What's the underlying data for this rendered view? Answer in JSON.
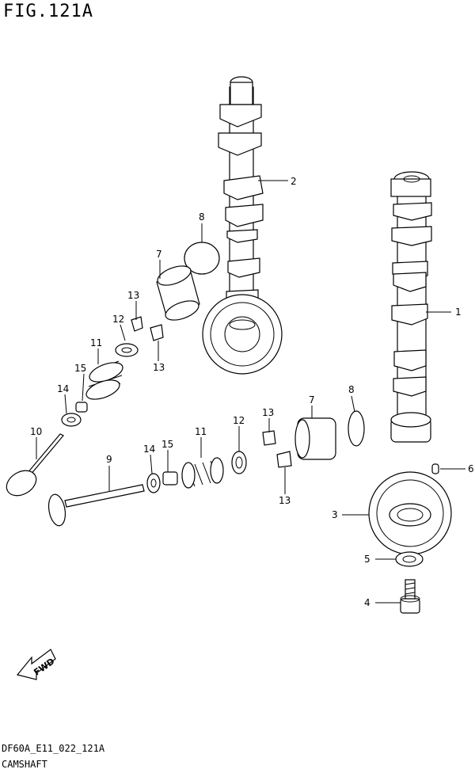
{
  "figure": {
    "title": "FIG.121A",
    "code": "DF60A_E11_022_121A",
    "name": "CAMSHAFT"
  },
  "fwd_label": "FWD",
  "callouts": [
    "1",
    "2",
    "3",
    "4",
    "5",
    "6",
    "7",
    "7",
    "8",
    "8",
    "9",
    "10",
    "11",
    "11",
    "12",
    "12",
    "13",
    "13",
    "13",
    "13",
    "14",
    "14",
    "15",
    "15"
  ]
}
